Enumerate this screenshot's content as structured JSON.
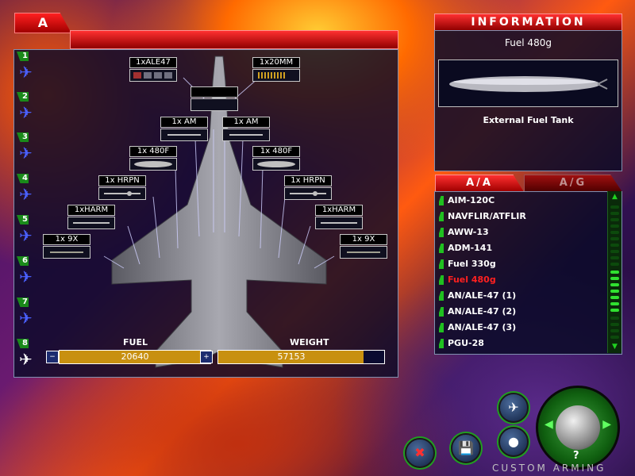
{
  "top_tab": {
    "label": "A"
  },
  "slots": [
    {
      "num": "1",
      "active": false
    },
    {
      "num": "2",
      "active": false
    },
    {
      "num": "3",
      "active": false
    },
    {
      "num": "4",
      "active": false
    },
    {
      "num": "5",
      "active": false
    },
    {
      "num": "6",
      "active": false
    },
    {
      "num": "7",
      "active": false
    },
    {
      "num": "8",
      "active": true
    }
  ],
  "stations": {
    "ale47": "1xALE47",
    "gun": "1x20MM",
    "center_empty": "",
    "am_left": "1x AM",
    "am_right": "1x AM",
    "tank_left": "1x 480F",
    "tank_right": "1x 480F",
    "harpoon_left": "1x HRPN",
    "harpoon_right": "1x HRPN",
    "harm_left": "1xHARM",
    "harm_right": "1xHARM",
    "sidewinder_left": "1x 9X",
    "sidewinder_right": "1x 9X"
  },
  "gauges": {
    "fuel_label": "FUEL",
    "fuel_value": "20640",
    "weight_label": "WEIGHT",
    "weight_value": "57153"
  },
  "info": {
    "header": "INFORMATION",
    "item_title": "Fuel 480g",
    "description": "External Fuel Tank"
  },
  "tabs": {
    "aa": "A/A",
    "ag": "A/G"
  },
  "weapon_list": [
    {
      "label": "AIM-120C",
      "selected": false
    },
    {
      "label": "NAVFLIR/ATFLIR",
      "selected": false
    },
    {
      "label": "AWW-13",
      "selected": false
    },
    {
      "label": "ADM-141",
      "selected": false
    },
    {
      "label": "Fuel 330g",
      "selected": false
    },
    {
      "label": "Fuel 480g",
      "selected": true
    },
    {
      "label": "AN/ALE-47 (1)",
      "selected": false
    },
    {
      "label": "AN/ALE-47 (2)",
      "selected": false
    },
    {
      "label": "AN/ALE-47 (3)",
      "selected": false
    },
    {
      "label": "PGU-28",
      "selected": false
    }
  ],
  "footer": {
    "title": "CUSTOM ARMING"
  },
  "dial": {
    "help": "?"
  },
  "colors": {
    "accent_red": "#ff2020",
    "list_green": "#20c020",
    "gauge_gold": "#c89010"
  }
}
